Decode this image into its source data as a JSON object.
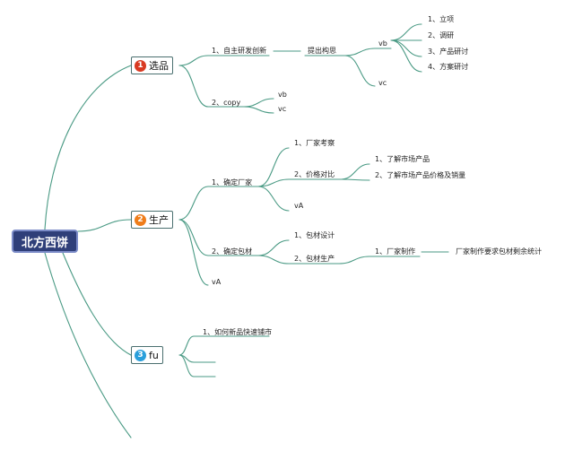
{
  "colors": {
    "line": "#4a9a84",
    "root_bg": "#2f3f79",
    "badge_1": "#d93a22",
    "badge_2": "#ef7d1a",
    "badge_3": "#2a9fdb"
  },
  "root": {
    "label": "北方西饼"
  },
  "branches": [
    {
      "badge": "1",
      "label": "选品"
    },
    {
      "badge": "2",
      "label": "生产"
    },
    {
      "badge": "3",
      "label": "fu"
    }
  ],
  "nodes": {
    "zizhu": "1、自主研发创新",
    "tichu": "提出构思",
    "vb1": "vb",
    "lixiang": "1、立项",
    "diaoyan": "2、调研",
    "chanpin": "3、产品研讨",
    "fangan": "4、方案研讨",
    "vc1": "vc",
    "copy": "2、copy",
    "vb2": "vb",
    "vc2": "vc",
    "queding_cj": "1、确定厂家",
    "changjia_kc": "1、厂家考察",
    "jiage": "2、价格对比",
    "va1": "vA",
    "liaojie1": "1、了解市场产品",
    "liaojie2": "2、了解市场产品价格及销量",
    "queding_bc": "2、确定包材",
    "baocai_sj": "1、包材设计",
    "baocai_sc": "2、包材生产",
    "changjia_zz": "1、厂家制作",
    "yaoqiu": "厂家制作要求包材剩余统计",
    "va2": "vA",
    "ruhe": "1、如何新品快速铺市"
  }
}
